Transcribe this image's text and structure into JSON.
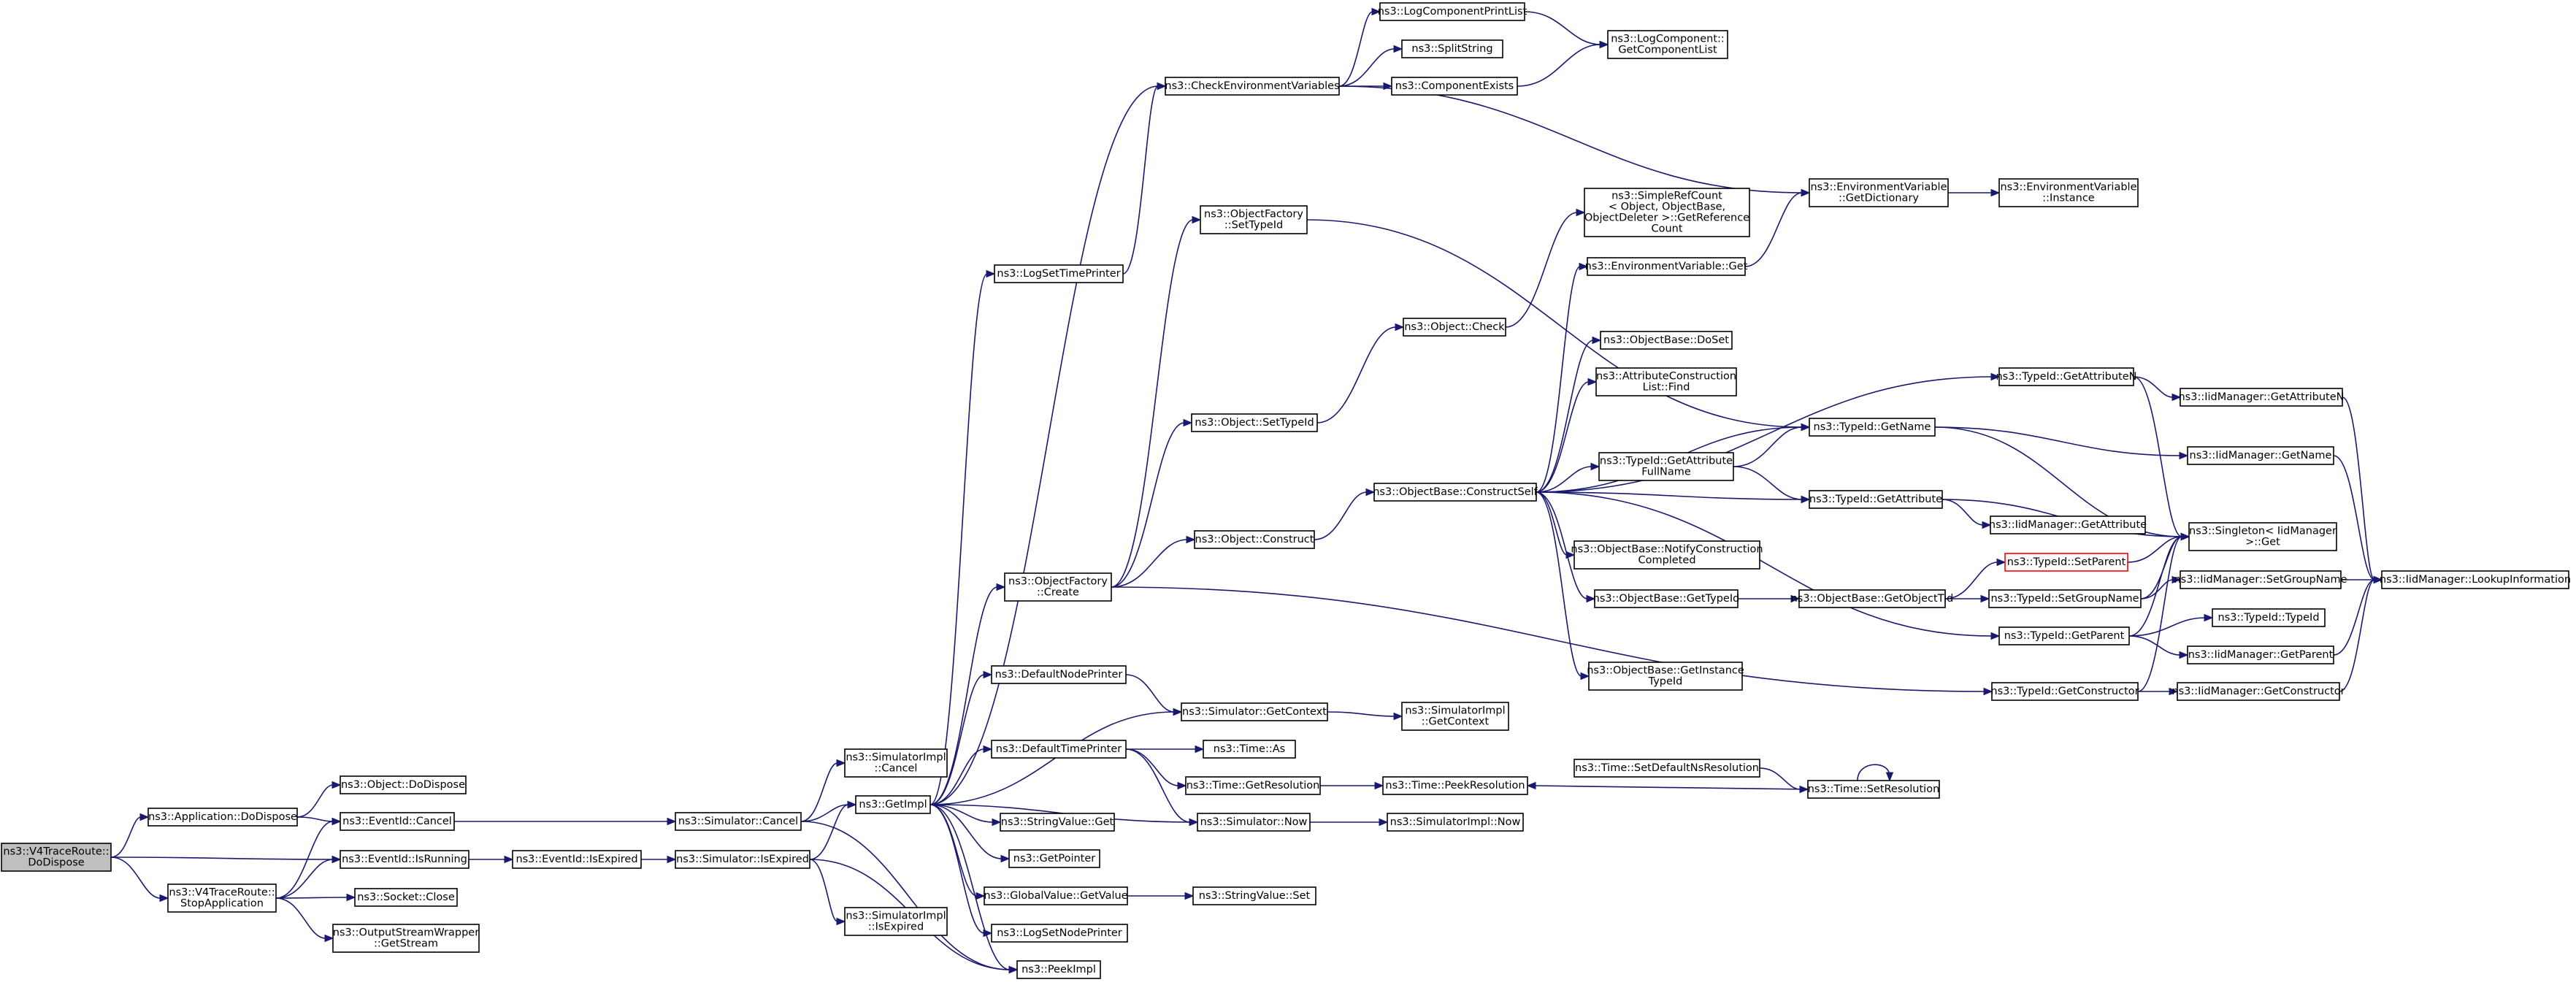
{
  "colors": {
    "edge": "#191970",
    "root_fill": "#bfbfbf",
    "node_stroke": "#000000",
    "warn_stroke": "#ff0000"
  },
  "nodes": [
    {
      "id": "root",
      "lines": [
        "ns3::V4TraceRoute::",
        "DoDispose"
      ],
      "style": "root"
    },
    {
      "id": "appDispose",
      "lines": [
        "ns3::Application::DoDispose"
      ]
    },
    {
      "id": "stopApp",
      "lines": [
        "ns3::V4TraceRoute::",
        "StopApplication"
      ]
    },
    {
      "id": "objDispose",
      "lines": [
        "ns3::Object::DoDispose"
      ]
    },
    {
      "id": "evCancel",
      "lines": [
        "ns3::EventId::Cancel"
      ]
    },
    {
      "id": "evRunning",
      "lines": [
        "ns3::EventId::IsRunning"
      ]
    },
    {
      "id": "sockClose",
      "lines": [
        "ns3::Socket::Close"
      ]
    },
    {
      "id": "osw",
      "lines": [
        "ns3::OutputStreamWrapper",
        "::GetStream"
      ]
    },
    {
      "id": "evExpired",
      "lines": [
        "ns3::EventId::IsExpired"
      ]
    },
    {
      "id": "simCancel",
      "lines": [
        "ns3::Simulator::Cancel"
      ]
    },
    {
      "id": "simExpired",
      "lines": [
        "ns3::Simulator::IsExpired"
      ]
    },
    {
      "id": "simImplCancel",
      "lines": [
        "ns3::SimulatorImpl",
        "::Cancel"
      ]
    },
    {
      "id": "simImplExpired",
      "lines": [
        "ns3::SimulatorImpl",
        "::IsExpired"
      ]
    },
    {
      "id": "getImpl",
      "lines": [
        "ns3::GetImpl"
      ]
    },
    {
      "id": "peekImpl",
      "lines": [
        "ns3::PeekImpl"
      ]
    },
    {
      "id": "logSetTime",
      "lines": [
        "ns3::LogSetTimePrinter"
      ]
    },
    {
      "id": "objFactCreate",
      "lines": [
        "ns3::ObjectFactory",
        "::Create"
      ]
    },
    {
      "id": "defNodePrinter",
      "lines": [
        "ns3::DefaultNodePrinter"
      ]
    },
    {
      "id": "defTimePrinter",
      "lines": [
        "ns3::DefaultTimePrinter"
      ]
    },
    {
      "id": "strValGet",
      "lines": [
        "ns3::StringValue::Get"
      ]
    },
    {
      "id": "getPointer",
      "lines": [
        "ns3::GetPointer"
      ]
    },
    {
      "id": "gvGetValue",
      "lines": [
        "ns3::GlobalValue::GetValue"
      ]
    },
    {
      "id": "logSetNode",
      "lines": [
        "ns3::LogSetNodePrinter"
      ]
    },
    {
      "id": "checkEnv",
      "lines": [
        "ns3::CheckEnvironmentVariables"
      ]
    },
    {
      "id": "objFactSetTypeId",
      "lines": [
        "ns3::ObjectFactory",
        "::SetTypeId"
      ]
    },
    {
      "id": "objSetTypeId",
      "lines": [
        "ns3::Object::SetTypeId"
      ]
    },
    {
      "id": "objConstruct",
      "lines": [
        "ns3::Object::Construct"
      ]
    },
    {
      "id": "simGetContext",
      "lines": [
        "ns3::Simulator::GetContext"
      ]
    },
    {
      "id": "timeAs",
      "lines": [
        "ns3::Time::As"
      ]
    },
    {
      "id": "timeGetRes",
      "lines": [
        "ns3::Time::GetResolution"
      ]
    },
    {
      "id": "simNow",
      "lines": [
        "ns3::Simulator::Now"
      ]
    },
    {
      "id": "strValSet",
      "lines": [
        "ns3::StringValue::Set"
      ]
    },
    {
      "id": "logCompPrint",
      "lines": [
        "ns3::LogComponentPrintList"
      ]
    },
    {
      "id": "splitString",
      "lines": [
        "ns3::SplitString"
      ]
    },
    {
      "id": "compExists",
      "lines": [
        "ns3::ComponentExists"
      ]
    },
    {
      "id": "objCheck",
      "lines": [
        "ns3::Object::Check"
      ]
    },
    {
      "id": "obConstructSelf",
      "lines": [
        "ns3::ObjectBase::ConstructSelf"
      ]
    },
    {
      "id": "simImplGetContext",
      "lines": [
        "ns3::SimulatorImpl",
        "::GetContext"
      ]
    },
    {
      "id": "timePeekRes",
      "lines": [
        "ns3::Time::PeekResolution"
      ]
    },
    {
      "id": "simImplNow",
      "lines": [
        "ns3::SimulatorImpl::Now"
      ]
    },
    {
      "id": "logCompGetList",
      "lines": [
        "ns3::LogComponent::",
        "GetComponentList"
      ]
    },
    {
      "id": "srcGetRef",
      "lines": [
        "ns3::SimpleRefCount",
        "< Object, ObjectBase,",
        "ObjectDeleter >::GetReference",
        "Count"
      ]
    },
    {
      "id": "envGet",
      "lines": [
        "ns3::EnvironmentVariable::Get"
      ]
    },
    {
      "id": "obDoSet",
      "lines": [
        "ns3::ObjectBase::DoSet"
      ]
    },
    {
      "id": "acFind",
      "lines": [
        "ns3::AttributeConstruction",
        "List::Find"
      ]
    },
    {
      "id": "tidGetAttrFull",
      "lines": [
        "ns3::TypeId::GetAttribute",
        "FullName"
      ]
    },
    {
      "id": "obNotify",
      "lines": [
        "ns3::ObjectBase::NotifyConstruction",
        "Completed"
      ]
    },
    {
      "id": "obGetTypeId",
      "lines": [
        "ns3::ObjectBase::GetTypeId"
      ]
    },
    {
      "id": "obGetInstance",
      "lines": [
        "ns3::ObjectBase::GetInstance",
        "TypeId"
      ]
    },
    {
      "id": "timeSetDefRes",
      "lines": [
        "ns3::Time::SetDefaultNsResolution"
      ]
    },
    {
      "id": "envGetDict",
      "lines": [
        "ns3::EnvironmentVariable",
        "::GetDictionary"
      ]
    },
    {
      "id": "tidGetName",
      "lines": [
        "ns3::TypeId::GetName"
      ]
    },
    {
      "id": "tidGetAttr",
      "lines": [
        "ns3::TypeId::GetAttribute"
      ]
    },
    {
      "id": "obGetObjectTid",
      "lines": [
        "ns3::ObjectBase::GetObjectTid"
      ]
    },
    {
      "id": "timeSetRes",
      "lines": [
        "ns3::Time::SetResolution"
      ]
    },
    {
      "id": "envInstance",
      "lines": [
        "ns3::EnvironmentVariable",
        "::Instance"
      ]
    },
    {
      "id": "tidGetAttrN",
      "lines": [
        "ns3::TypeId::GetAttributeN"
      ]
    },
    {
      "id": "iidGetAttr",
      "lines": [
        "ns3::IidManager::GetAttribute"
      ]
    },
    {
      "id": "tidSetParent",
      "lines": [
        "ns3::TypeId::SetParent"
      ],
      "style": "warn"
    },
    {
      "id": "tidSetGroupName",
      "lines": [
        "ns3::TypeId::SetGroupName"
      ]
    },
    {
      "id": "tidGetParent",
      "lines": [
        "ns3::TypeId::GetParent"
      ]
    },
    {
      "id": "tidGetConstructor",
      "lines": [
        "ns3::TypeId::GetConstructor"
      ]
    },
    {
      "id": "iidGetAttrN",
      "lines": [
        "ns3::IidManager::GetAttributeN"
      ]
    },
    {
      "id": "iidGetName",
      "lines": [
        "ns3::IidManager::GetName"
      ]
    },
    {
      "id": "singletonGet",
      "lines": [
        "ns3::Singleton< IidManager",
        " >::Get"
      ]
    },
    {
      "id": "iidSetGroupName",
      "lines": [
        "ns3::IidManager::SetGroupName"
      ]
    },
    {
      "id": "tidTypeId",
      "lines": [
        "ns3::TypeId::TypeId"
      ]
    },
    {
      "id": "iidGetParent",
      "lines": [
        "ns3::IidManager::GetParent"
      ]
    },
    {
      "id": "iidGetConstructor",
      "lines": [
        "ns3::IidManager::GetConstructor"
      ]
    },
    {
      "id": "iidLookup",
      "lines": [
        "ns3::IidManager::LookupInformation"
      ]
    }
  ],
  "edges": [
    [
      "root",
      "appDispose"
    ],
    [
      "root",
      "evRunning"
    ],
    [
      "root",
      "stopApp"
    ],
    [
      "appDispose",
      "objDispose"
    ],
    [
      "appDispose",
      "evCancel"
    ],
    [
      "stopApp",
      "evCancel"
    ],
    [
      "stopApp",
      "evRunning"
    ],
    [
      "stopApp",
      "sockClose"
    ],
    [
      "stopApp",
      "osw"
    ],
    [
      "evCancel",
      "simCancel"
    ],
    [
      "evRunning",
      "evExpired"
    ],
    [
      "evExpired",
      "simExpired"
    ],
    [
      "simCancel",
      "simImplCancel"
    ],
    [
      "simCancel",
      "getImpl"
    ],
    [
      "simCancel",
      "peekImpl"
    ],
    [
      "simExpired",
      "getImpl"
    ],
    [
      "simExpired",
      "simImplExpired"
    ],
    [
      "simExpired",
      "peekImpl"
    ],
    [
      "getImpl",
      "logSetTime"
    ],
    [
      "getImpl",
      "objFactCreate"
    ],
    [
      "getImpl",
      "defNodePrinter"
    ],
    [
      "getImpl",
      "defTimePrinter"
    ],
    [
      "getImpl",
      "strValGet"
    ],
    [
      "getImpl",
      "getPointer"
    ],
    [
      "getImpl",
      "gvGetValue"
    ],
    [
      "getImpl",
      "logSetNode"
    ],
    [
      "getImpl",
      "peekImpl"
    ],
    [
      "getImpl",
      "checkEnv"
    ],
    [
      "getImpl",
      "simGetContext"
    ],
    [
      "getImpl",
      "simNow"
    ],
    [
      "logSetTime",
      "checkEnv"
    ],
    [
      "objFactCreate",
      "objFactSetTypeId"
    ],
    [
      "objFactCreate",
      "objSetTypeId"
    ],
    [
      "objFactCreate",
      "objConstruct"
    ],
    [
      "objFactCreate",
      "tidGetConstructor"
    ],
    [
      "defNodePrinter",
      "simGetContext"
    ],
    [
      "defTimePrinter",
      "timeAs"
    ],
    [
      "defTimePrinter",
      "timeGetRes"
    ],
    [
      "defTimePrinter",
      "simNow"
    ],
    [
      "gvGetValue",
      "strValSet"
    ],
    [
      "checkEnv",
      "logCompPrint"
    ],
    [
      "checkEnv",
      "splitString"
    ],
    [
      "checkEnv",
      "compExists"
    ],
    [
      "checkEnv",
      "envGetDict"
    ],
    [
      "objFactSetTypeId",
      "tidGetName"
    ],
    [
      "objSetTypeId",
      "objCheck"
    ],
    [
      "objConstruct",
      "obConstructSelf"
    ],
    [
      "simGetContext",
      "simImplGetContext"
    ],
    [
      "timeGetRes",
      "timePeekRes"
    ],
    [
      "simNow",
      "simImplNow"
    ],
    [
      "logCompPrint",
      "logCompGetList"
    ],
    [
      "compExists",
      "logCompGetList"
    ],
    [
      "objCheck",
      "srcGetRef"
    ],
    [
      "obConstructSelf",
      "envGet"
    ],
    [
      "obConstructSelf",
      "obDoSet"
    ],
    [
      "obConstructSelf",
      "acFind"
    ],
    [
      "obConstructSelf",
      "tidGetName"
    ],
    [
      "obConstructSelf",
      "tidGetAttrFull"
    ],
    [
      "obConstructSelf",
      "tidGetAttr"
    ],
    [
      "obConstructSelf",
      "obNotify"
    ],
    [
      "obConstructSelf",
      "obGetTypeId"
    ],
    [
      "obConstructSelf",
      "obGetInstance"
    ],
    [
      "obConstructSelf",
      "tidGetAttrN"
    ],
    [
      "obConstructSelf",
      "tidGetParent"
    ],
    [
      "envGet",
      "envGetDict"
    ],
    [
      "envGetDict",
      "envInstance"
    ],
    [
      "tidGetAttrFull",
      "tidGetName"
    ],
    [
      "tidGetAttrFull",
      "tidGetAttr"
    ],
    [
      "tidGetName",
      "iidGetName"
    ],
    [
      "tidGetName",
      "singletonGet"
    ],
    [
      "tidGetAttr",
      "iidGetAttr"
    ],
    [
      "tidGetAttr",
      "singletonGet"
    ],
    [
      "obGetTypeId",
      "obGetObjectTid"
    ],
    [
      "obGetObjectTid",
      "tidSetParent"
    ],
    [
      "obGetObjectTid",
      "tidSetGroupName"
    ],
    [
      "timeSetDefRes",
      "timeSetRes"
    ],
    [
      "timeSetRes",
      "timePeekRes"
    ],
    [
      "timeSetRes",
      "timeSetRes"
    ],
    [
      "tidGetAttrN",
      "iidGetAttrN"
    ],
    [
      "tidGetAttrN",
      "singletonGet"
    ],
    [
      "tidSetParent",
      "singletonGet"
    ],
    [
      "tidSetGroupName",
      "iidSetGroupName"
    ],
    [
      "tidSetGroupName",
      "singletonGet"
    ],
    [
      "tidGetParent",
      "tidTypeId"
    ],
    [
      "tidGetParent",
      "iidGetParent"
    ],
    [
      "tidGetParent",
      "singletonGet"
    ],
    [
      "tidGetConstructor",
      "iidGetConstructor"
    ],
    [
      "tidGetConstructor",
      "singletonGet"
    ],
    [
      "iidGetAttrN",
      "iidLookup"
    ],
    [
      "iidGetName",
      "iidLookup"
    ],
    [
      "iidSetGroupName",
      "iidLookup"
    ],
    [
      "iidGetParent",
      "iidLookup"
    ],
    [
      "iidGetConstructor",
      "iidLookup"
    ]
  ]
}
